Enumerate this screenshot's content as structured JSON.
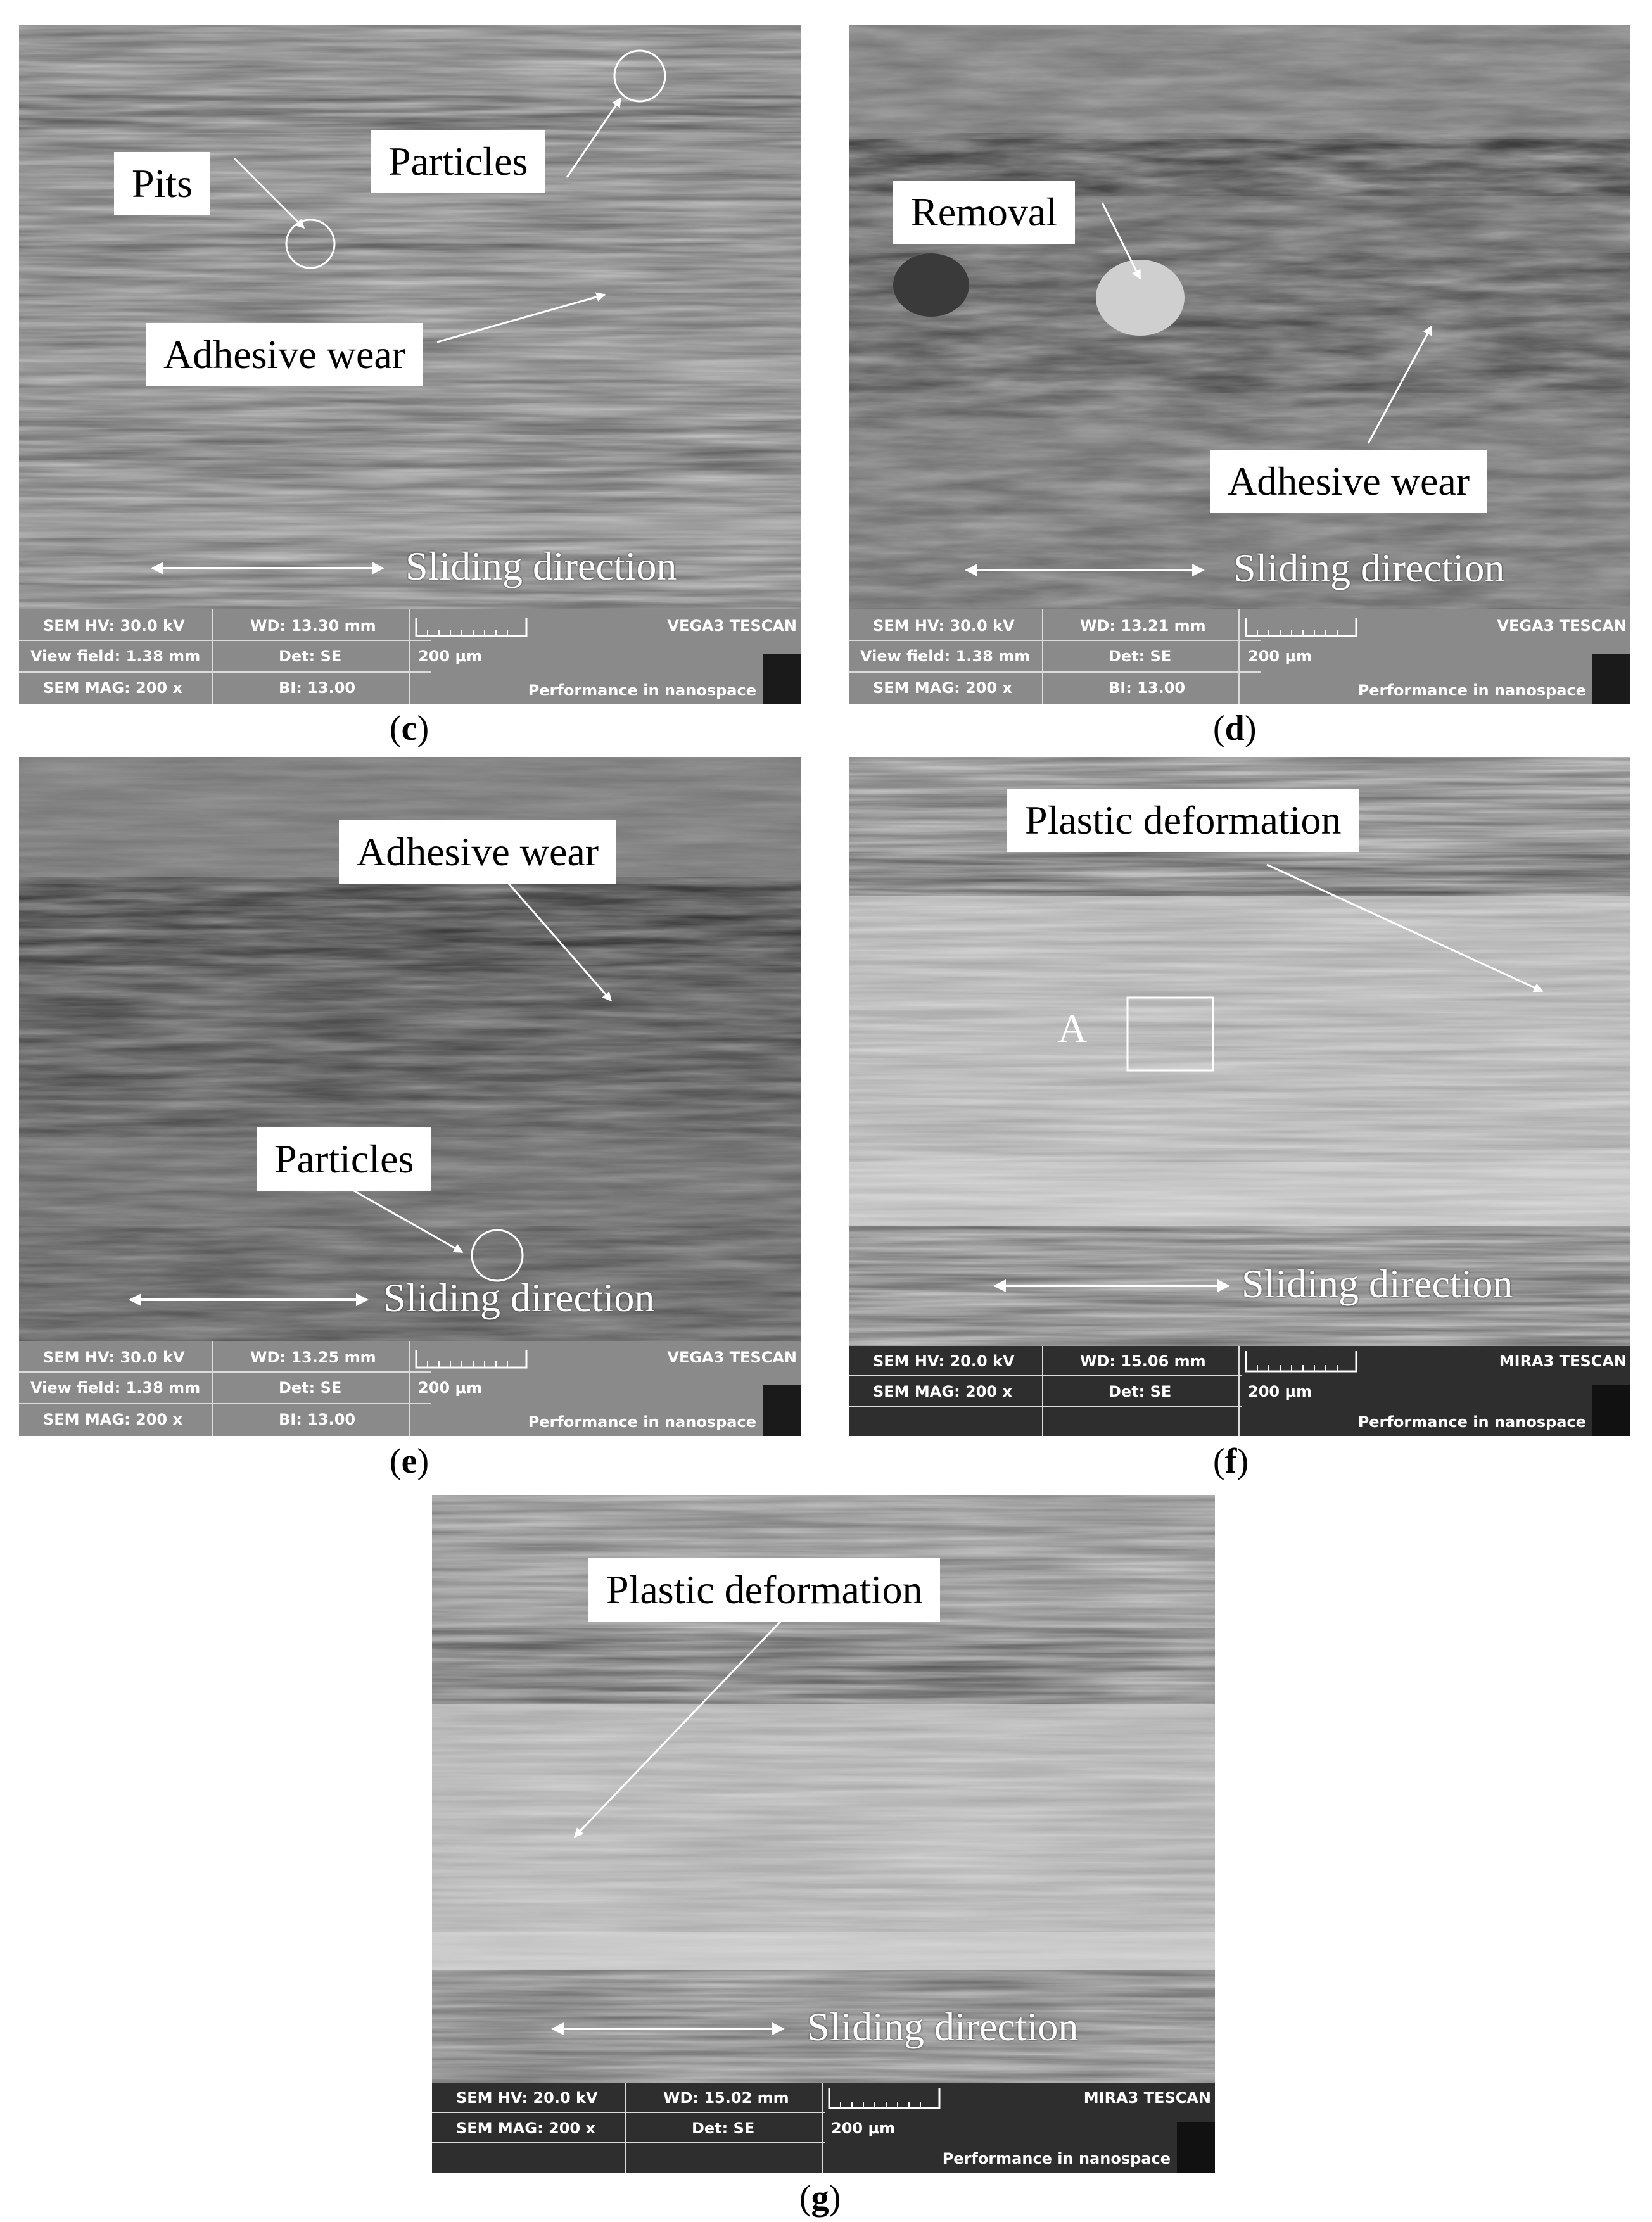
{
  "panels": {
    "c": {
      "caption_letter": "c",
      "labels": {
        "pits": "Pits",
        "particles": "Particles",
        "adhesive": "Adhesive wear"
      },
      "sliding": "Sliding direction",
      "info": {
        "hv": "SEM HV: 30.0 kV",
        "wd": "WD: 13.30 mm",
        "brand": "VEGA3 TESCAN",
        "view": "View field: 1.38 mm",
        "det": "Det: SE",
        "scale": "200 μm",
        "mag": "SEM MAG: 200 x",
        "bi": "BI: 13.00",
        "perf": "Performance in nanospace"
      }
    },
    "d": {
      "caption_letter": "d",
      "labels": {
        "removal": "Removal",
        "adhesive": "Adhesive wear"
      },
      "sliding": "Sliding direction",
      "info": {
        "hv": "SEM HV: 30.0 kV",
        "wd": "WD: 13.21 mm",
        "brand": "VEGA3 TESCAN",
        "view": "View field: 1.38 mm",
        "det": "Det: SE",
        "scale": "200 μm",
        "mag": "SEM MAG: 200 x",
        "bi": "BI: 13.00",
        "perf": "Performance in nanospace"
      }
    },
    "e": {
      "caption_letter": "e",
      "labels": {
        "adhesive": "Adhesive wear",
        "particles": "Particles"
      },
      "sliding": "Sliding direction",
      "info": {
        "hv": "SEM HV: 30.0 kV",
        "wd": "WD: 13.25 mm",
        "brand": "VEGA3 TESCAN",
        "view": "View field: 1.38 mm",
        "det": "Det: SE",
        "scale": "200 μm",
        "mag": "SEM MAG: 200 x",
        "bi": "BI: 13.00",
        "perf": "Performance in nanospace"
      }
    },
    "f": {
      "caption_letter": "f",
      "labels": {
        "plastic": "Plastic deformation",
        "region": "A"
      },
      "sliding": "Sliding direction",
      "info": {
        "hv": "SEM HV: 20.0 kV",
        "wd": "WD: 15.06 mm",
        "brand": "MIRA3 TESCAN",
        "det": "Det: SE",
        "scale": "200 μm",
        "mag": "SEM MAG: 200 x",
        "perf": "Performance in nanospace"
      }
    },
    "g": {
      "caption_letter": "g",
      "labels": {
        "plastic": "Plastic deformation"
      },
      "sliding": "Sliding direction",
      "info": {
        "hv": "SEM HV: 20.0 kV",
        "wd": "WD: 15.02 mm",
        "brand": "MIRA3 TESCAN",
        "det": "Det: SE",
        "scale": "200 μm",
        "mag": "SEM MAG: 200 x",
        "perf": "Performance in nanospace"
      }
    }
  },
  "colors": {
    "vega_bar": "#8a8a8a",
    "mira_bar": "#2e2e2e",
    "surface_light": "#9a9a9a",
    "surface_dark": "#4a4a4a"
  }
}
